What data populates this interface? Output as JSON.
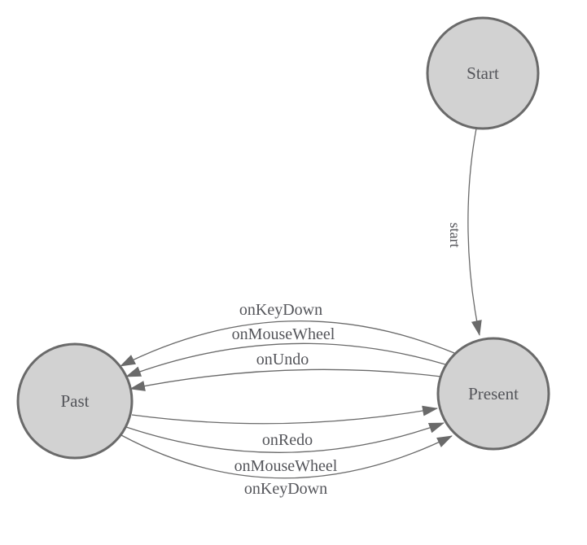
{
  "diagram": {
    "type": "state-diagram",
    "background": "#ffffff",
    "colors": {
      "node_fill": "#d2d2d2",
      "node_stroke": "#6a6a6a",
      "edge_stroke": "#6a6a6a",
      "label_text": "#54555a"
    },
    "nodes": [
      {
        "id": "start",
        "label": "Start"
      },
      {
        "id": "past",
        "label": "Past"
      },
      {
        "id": "present",
        "label": "Present"
      }
    ],
    "edges": [
      {
        "from": "start",
        "to": "present",
        "label": "start"
      },
      {
        "from": "present",
        "to": "past",
        "label": "onKeyDown"
      },
      {
        "from": "present",
        "to": "past",
        "label": "onMouseWheel"
      },
      {
        "from": "present",
        "to": "past",
        "label": "onUndo"
      },
      {
        "from": "past",
        "to": "present",
        "label": "onRedo"
      },
      {
        "from": "past",
        "to": "present",
        "label": "onMouseWheel"
      },
      {
        "from": "past",
        "to": "present",
        "label": "onKeyDown"
      }
    ]
  }
}
